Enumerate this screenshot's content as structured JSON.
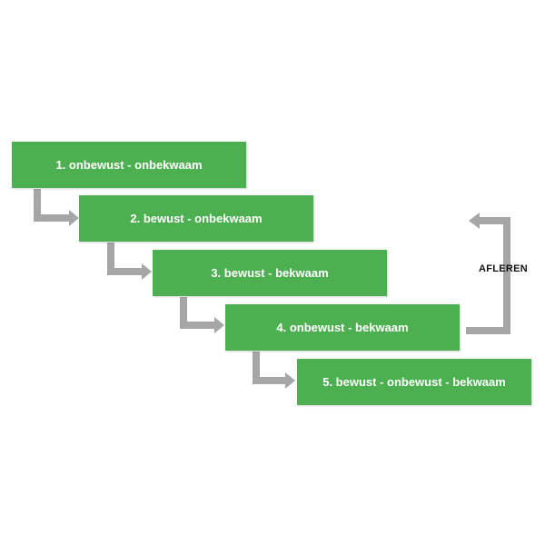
{
  "steps": [
    {
      "label": "1. onbewust - onbekwaam"
    },
    {
      "label": "2. bewust - onbekwaam"
    },
    {
      "label": "3. bewust - bekwaam"
    },
    {
      "label": "4. onbewust - bekwaam"
    },
    {
      "label": "5. bewust - onbewust - bekwaam"
    }
  ],
  "loop": {
    "label": "AFLEREN"
  },
  "colors": {
    "box": "#4caf50",
    "box_text": "#ffffff",
    "arrow": "#a6a6a6",
    "label": "#111111"
  }
}
